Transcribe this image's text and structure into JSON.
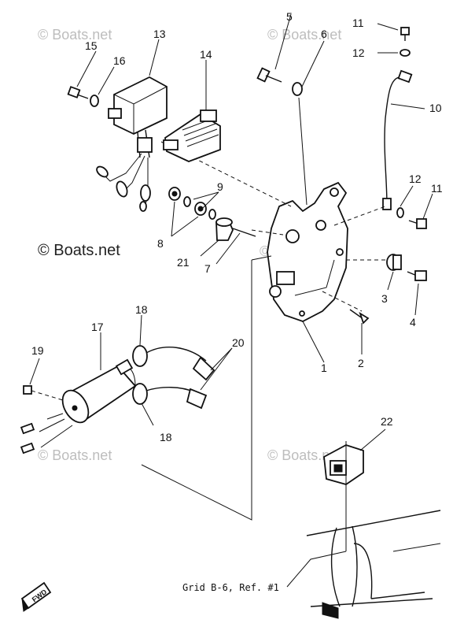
{
  "watermarks": {
    "main": "© Boats.net",
    "faint": "© Boats.net"
  },
  "part_numbers": {
    "p1": "1",
    "p2": "2",
    "p3": "3",
    "p4": "4",
    "p5": "5",
    "p6": "6",
    "p7": "7",
    "p8": "8",
    "p9": "9",
    "p10": "10",
    "p11a": "11",
    "p11b": "11",
    "p12a": "12",
    "p12b": "12",
    "p13": "13",
    "p14": "14",
    "p15": "15",
    "p16": "16",
    "p17": "17",
    "p18a": "18",
    "p18b": "18",
    "p19": "19",
    "p20": "20",
    "p21": "21",
    "p22": "22"
  },
  "reference_note": "Grid B-6, Ref. #1",
  "direction_badge": "FWD",
  "colors": {
    "ink": "#111111",
    "watermark": "#bdbdbd",
    "background": "#ffffff"
  }
}
